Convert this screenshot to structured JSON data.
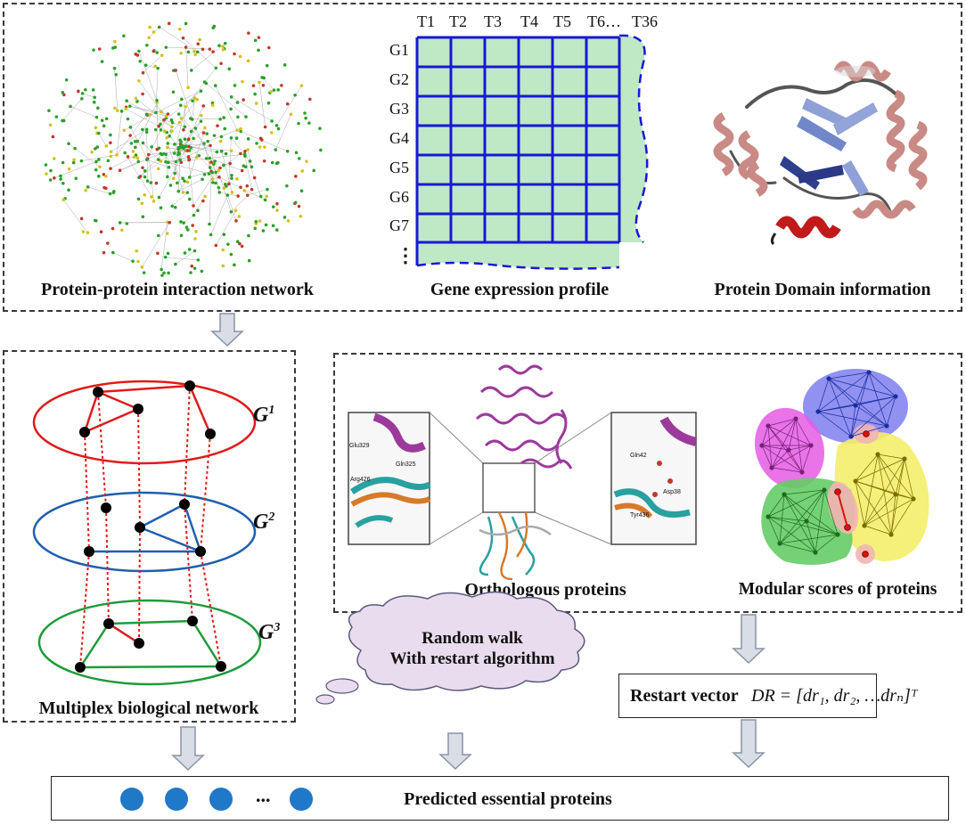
{
  "top_panel": {
    "ppi_label": "Protein-protein interaction network",
    "gene_expr_label": "Gene expression profile",
    "domain_label": "Protein Domain information",
    "time_headers": [
      "T1",
      "T2",
      "T3",
      "T4",
      "T5",
      "T6…",
      "T36"
    ],
    "gene_rows": [
      "G1",
      "G2",
      "G3",
      "G4",
      "G5",
      "G6",
      "G7"
    ],
    "row_ellipsis": "⋮"
  },
  "multiplex": {
    "label": "Multiplex biological network",
    "layers": [
      {
        "name": "G",
        "sup": "1",
        "color": "#e01b1b"
      },
      {
        "name": "G",
        "sup": "2",
        "color": "#1f5fae"
      },
      {
        "name": "G",
        "sup": "3",
        "color": "#1e9b3a"
      }
    ]
  },
  "middle_panel": {
    "ortholog_label": "Orthologous proteins",
    "modular_label": "Modular scores of proteins",
    "residues_left": [
      "Glu329",
      "Gln325",
      "Arg426"
    ],
    "residues_right": [
      "Gln42",
      "Asp38",
      "Tyr436"
    ]
  },
  "cloud": {
    "line1": "Random walk",
    "line2": "With restart algorithm"
  },
  "restart": {
    "label": "Restart vector",
    "formula": "DR = [dr₁, dr₂, …drₙ]ᵀ"
  },
  "result": {
    "label": "Predicted essential proteins",
    "ellipsis": "..."
  },
  "colors": {
    "dot_blue": "#1f78c8",
    "grid_blue": "#1818d6",
    "grid_fill": "#bfe8c4",
    "cloud_fill": "#e9dcef"
  }
}
